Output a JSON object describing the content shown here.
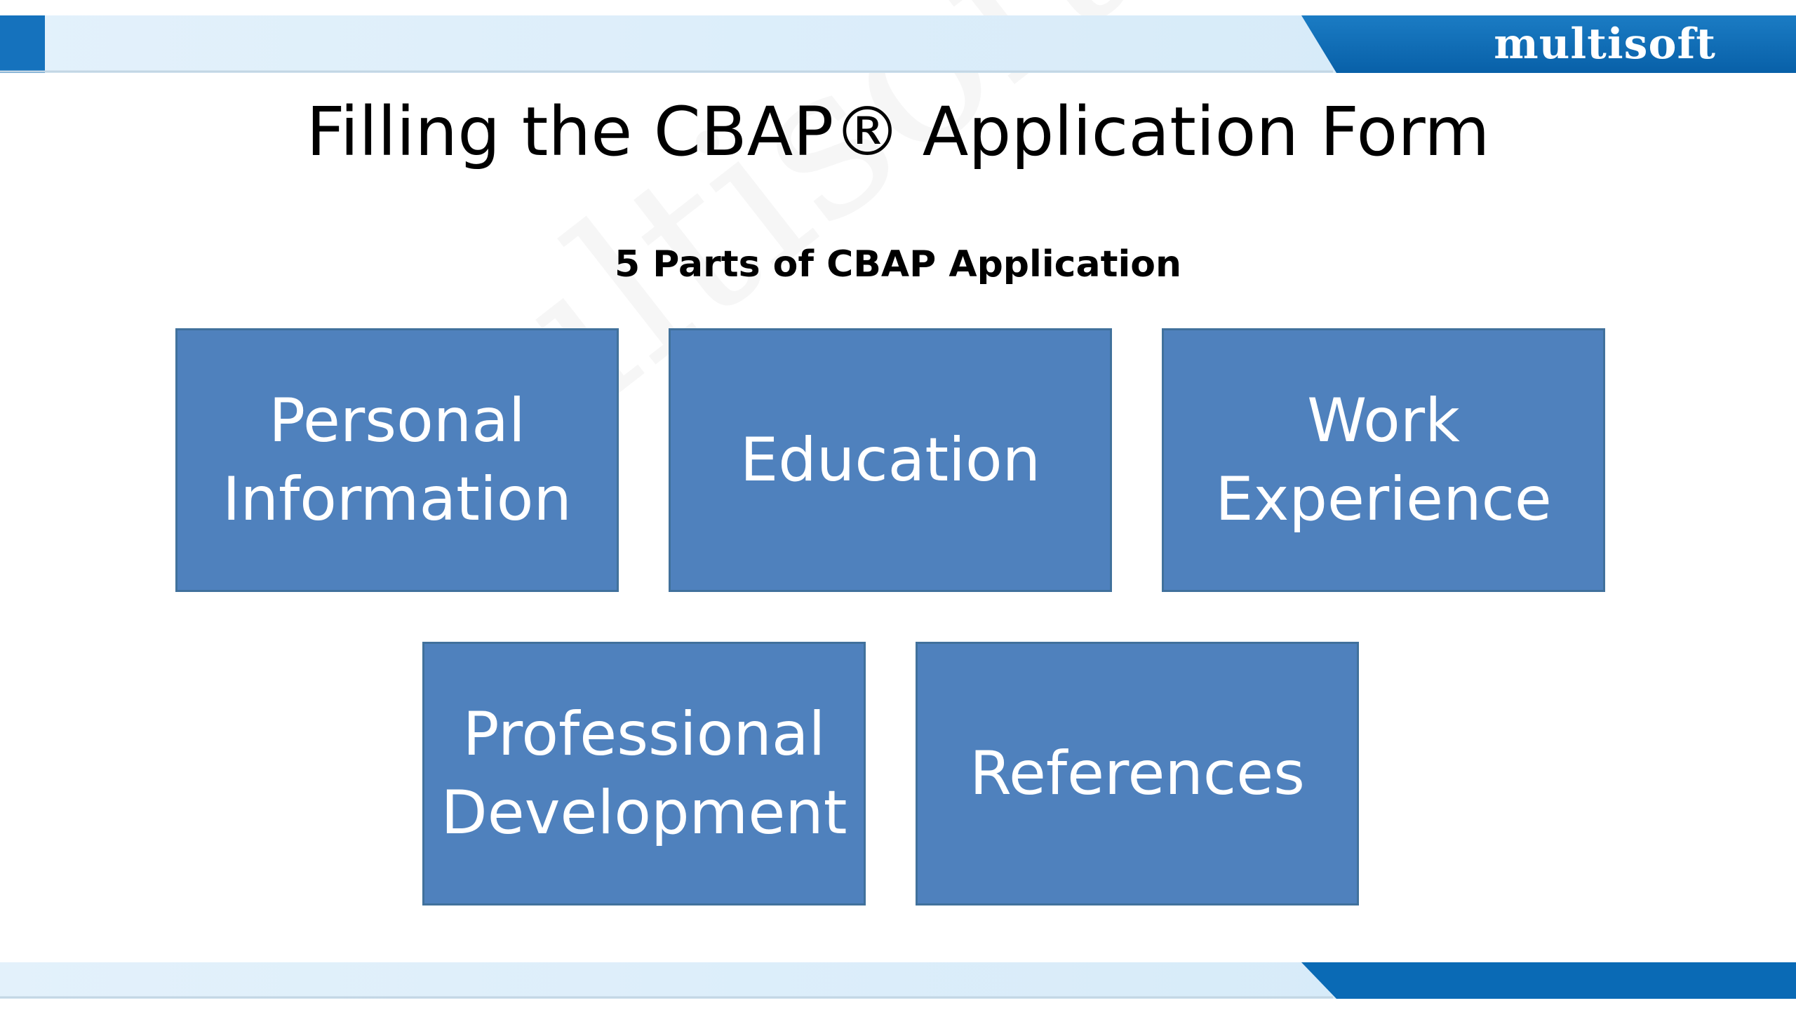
{
  "brand": {
    "logo_text": "multisoft",
    "accent_color": "#0a6ab5",
    "band_light_color": "#dceefa"
  },
  "slide": {
    "title": "Filling the CBAP® Application Form",
    "subtitle": "5 Parts of CBAP Application"
  },
  "parts": [
    {
      "label": "Personal Information"
    },
    {
      "label": "Education"
    },
    {
      "label": "Work Experience"
    },
    {
      "label": "Professional Development"
    },
    {
      "label": "References"
    }
  ],
  "box_color": "#4f81bd"
}
